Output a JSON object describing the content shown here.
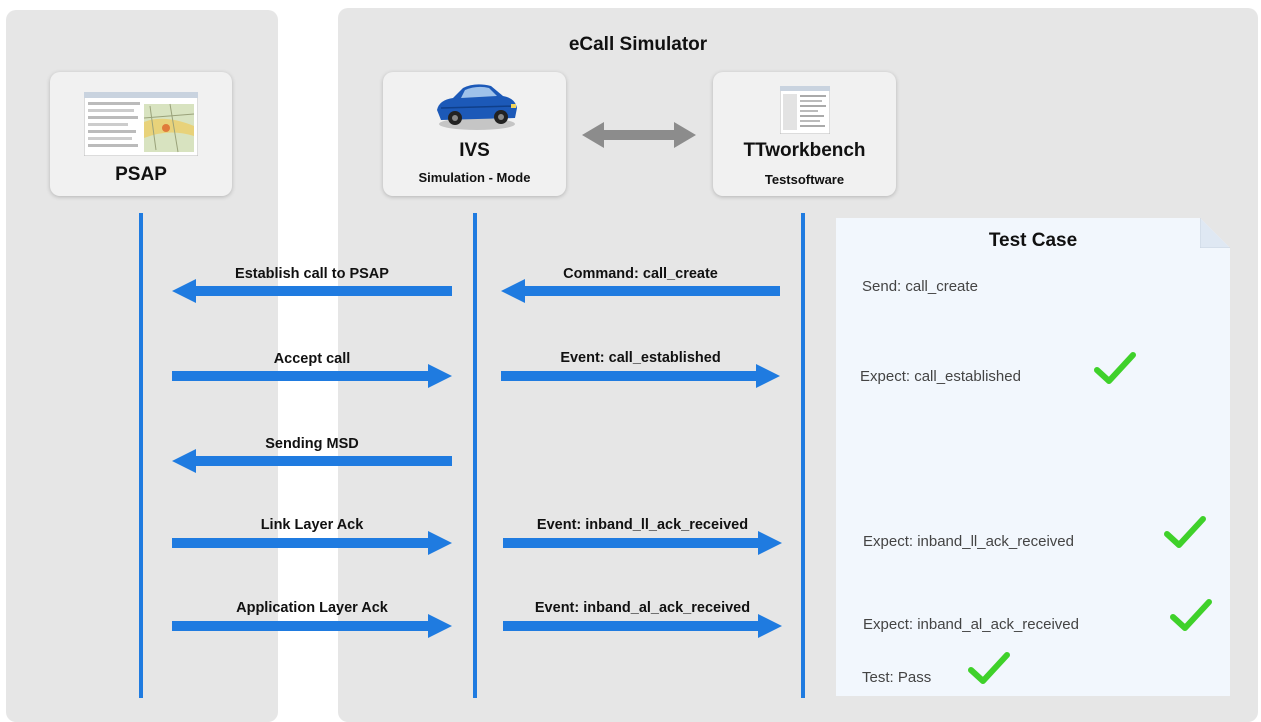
{
  "title": "eCall Simulator",
  "colors": {
    "arrow": "#1f7be0",
    "check": "#3fd12a",
    "panel": "#e6e6e6",
    "testcase_bg": "#f2f7fd"
  },
  "nodes": {
    "psap": {
      "title": "PSAP",
      "icon": "map-screenshot-icon"
    },
    "ivs": {
      "title": "IVS",
      "subtitle": "Simulation - Mode",
      "icon": "car-icon"
    },
    "ttworkbench": {
      "title": "TTworkbench",
      "subtitle": "Testsoftware",
      "icon": "software-screenshot-icon"
    }
  },
  "left_messages": [
    "Establish call to PSAP",
    "Accept call",
    "Sending MSD",
    "Link Layer Ack",
    "Application Layer Ack"
  ],
  "right_messages": [
    "Command: call_create",
    "Event: call_established",
    "Event: inband_ll_ack_received",
    "Event: inband_al_ack_received"
  ],
  "test_case": {
    "title": "Test Case",
    "lines": [
      "Send: call_create",
      "Expect: call_established",
      "Expect: inband_ll_ack_received",
      "Expect: inband_al_ack_received",
      "Test: Pass"
    ]
  }
}
